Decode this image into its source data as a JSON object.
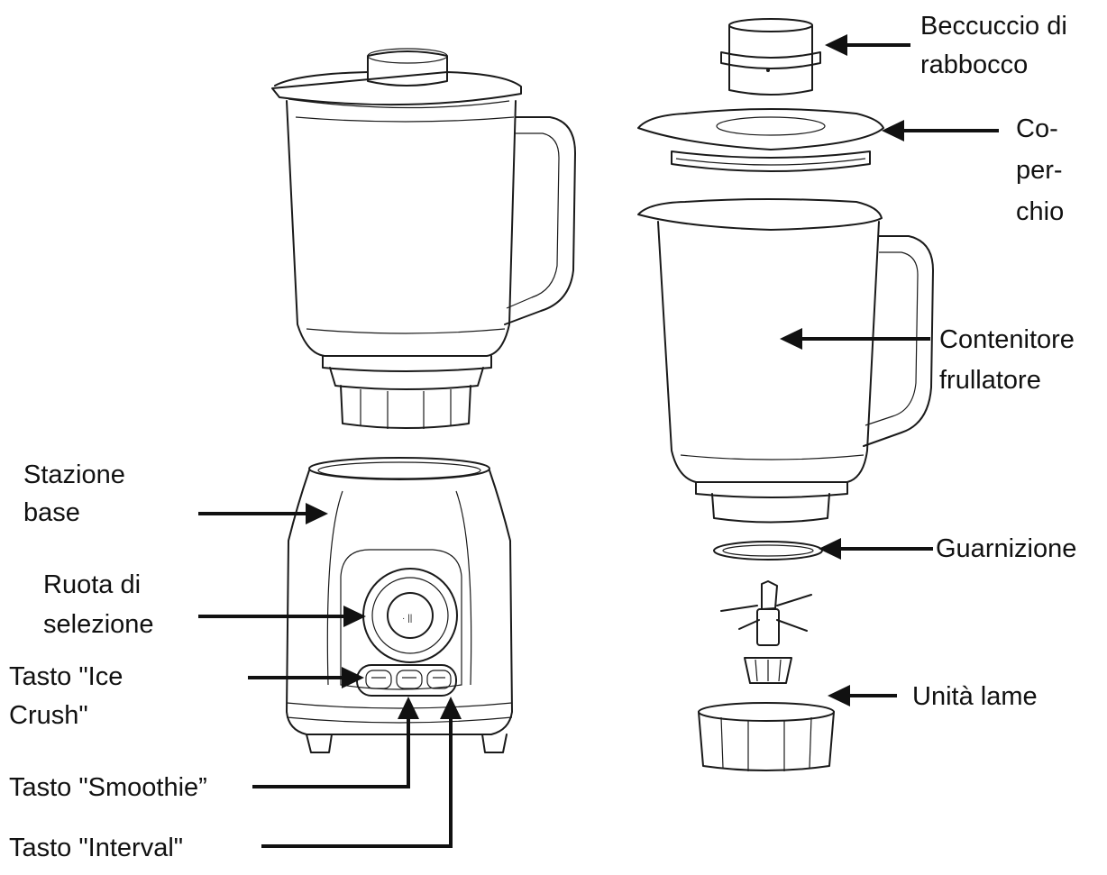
{
  "labels": {
    "beccuccio_line1": "Beccuccio di",
    "beccuccio_line2": "rabbocco",
    "coperchio_line1": "Co-",
    "coperchio_line2": "per-",
    "coperchio_line3": "chio",
    "contenitore_line1": "Contenitore",
    "contenitore_line2": "frullatore",
    "guarnizione": "Guarnizione",
    "unita_lame": "Unità lame",
    "stazione_line1": "Stazione",
    "stazione_line2": "base",
    "ruota_line1": "Ruota di",
    "ruota_line2": "selezione",
    "ice_line1": "Tasto \"Ice",
    "ice_line2": "Crush\"",
    "smoothie": "Tasto \"Smoothie”",
    "interval": "Tasto \"Interval\""
  },
  "colors": {
    "line": "#1a1a1a",
    "text": "#111111",
    "background": "#ffffff"
  }
}
